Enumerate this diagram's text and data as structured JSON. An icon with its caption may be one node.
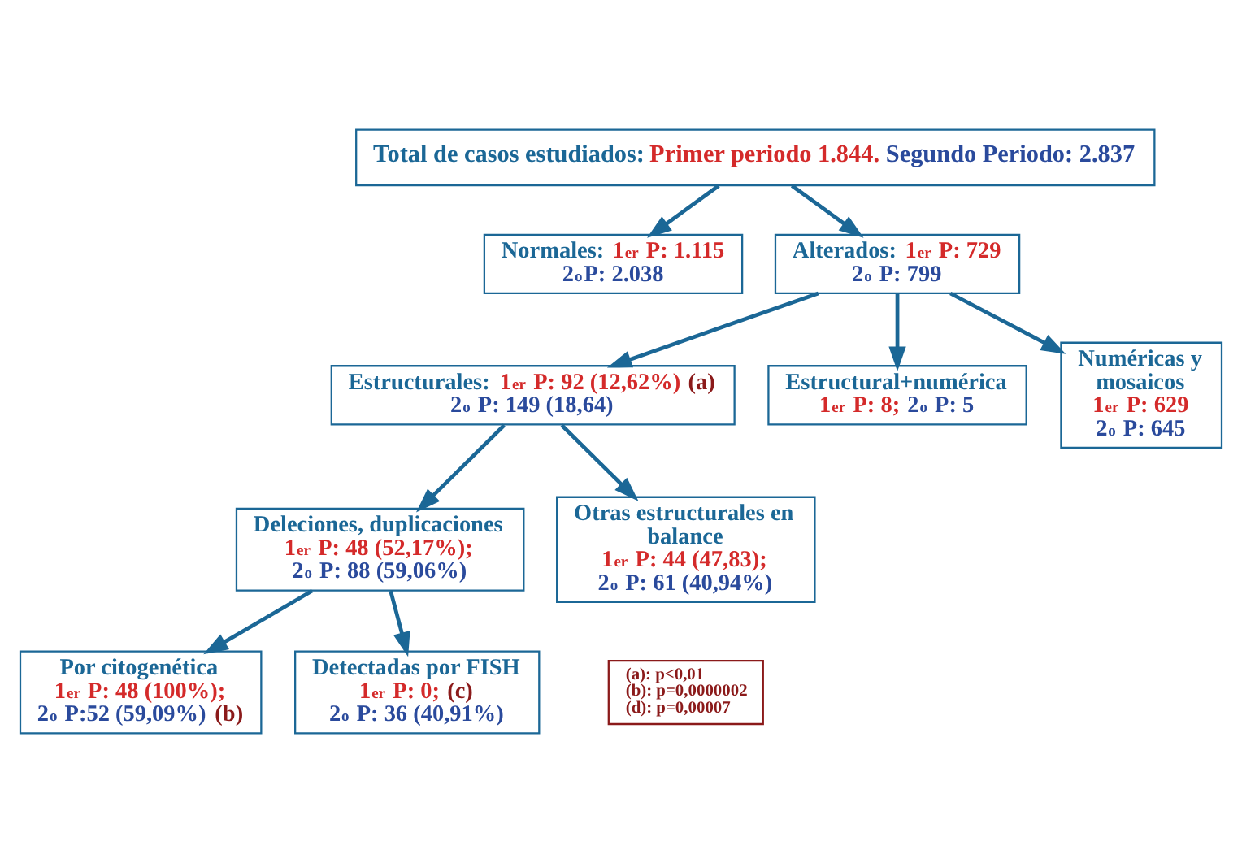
{
  "diagram": {
    "nodes": [
      {
        "text": [
          "Total de casos estudiados:",
          "Primer periodo 1.844.",
          "Segundo Periodo: 2.837"
        ]
      },
      {
        "text": [
          "Normales:",
          "1$^{er}$ P: 1.115",
          "2$^{o}$P: 2.038"
        ]
      },
      {
        "text": [
          "Alterados:",
          "1$^{er}$ P: 729",
          "2$^{o}$ P: 799"
        ]
      },
      {
        "text": [
          "Estructurales:",
          "1$^{er}$ P: 92 (12,62%)",
          "(a)",
          "2$^{o}$ P: 149 (18,64)"
        ]
      },
      {
        "text": [
          "Estructural+numérica",
          "1$^{er}$ P: 8;",
          "2$^{o}$ P: 5"
        ]
      },
      {
        "text": [
          "Numéricas y mosaicos",
          "1$^{er}$ P: 629",
          "2$^{o}$ P: 645"
        ]
      },
      {
        "text": [
          "Deleciones, duplicaciones",
          "1$^{er}$ P: 48 (52,17%);",
          "2$^{o}$ P: 88 (59,06%)"
        ]
      },
      {
        "text": [
          "Otras estructurales en balance",
          "1$^{er}$ P: 44 (47,83);",
          "2$^{o}$ P: 61 (40,94%)"
        ]
      },
      {
        "text": [
          "Por citogenética",
          "1$^{er}$ P: 48 (100%);",
          "2$^{o}$ P:52 (59,09%)",
          "(b)"
        ]
      },
      {
        "text": [
          "Detectadas por FISH",
          "1$^{er}$ P: 0;",
          "(c)",
          "2$^{o}$ P: 36 (40,91%)"
        ]
      },
      {
        "text": [
          "(a): p<0,01",
          "(b): p=0,0000002",
          "(d): p=0,00007"
        ]
      }
    ],
    "edges": [
      {
        "from": 0,
        "to": 1,
        "arrow": "to"
      },
      {
        "from": 0,
        "to": 2,
        "arrow": "to"
      },
      {
        "from": 2,
        "to": 3,
        "arrow": "to"
      },
      {
        "from": 2,
        "to": 4,
        "arrow": "to"
      },
      {
        "from": 2,
        "to": 5,
        "arrow": "to"
      },
      {
        "from": 3,
        "to": 6,
        "arrow": "to"
      },
      {
        "from": 3,
        "to": 7,
        "arrow": "to"
      },
      {
        "from": 6,
        "to": 8,
        "arrow": "to"
      },
      {
        "from": 6,
        "to": 9,
        "arrow": "to"
      }
    ]
  }
}
